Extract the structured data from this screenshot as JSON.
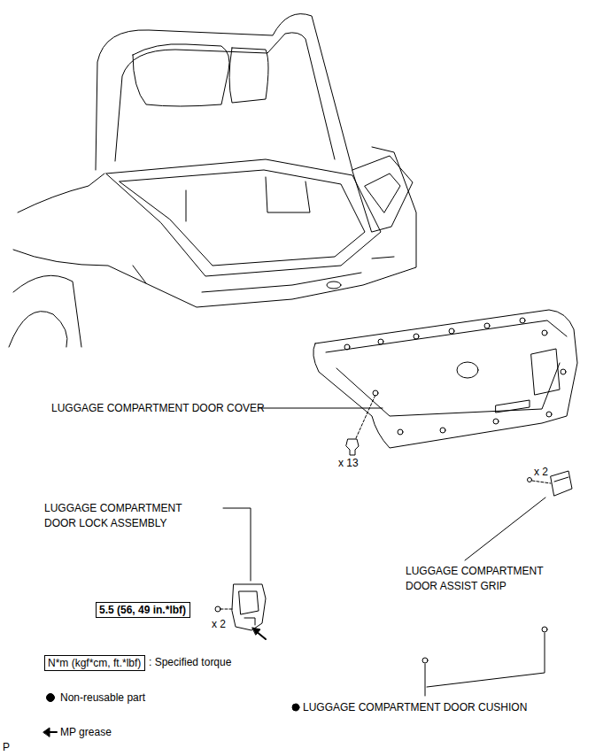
{
  "diagram": {
    "nodes": [
      {
        "text": [
          "5.5 (56, 49 in.*lbf)"
        ]
      },
      {
        "text": [
          "N*m (kgf*cm, ft.*lbf)"
        ]
      }
    ],
    "labels": [
      "LUGGAGE COMPARTMENT DOOR COVER",
      "x 13",
      "LUGGAGE COMPARTMENT DOOR LOCK ASSEMBLY",
      "x 2",
      "x 2",
      "LUGGAGE COMPARTMENT DOOR ASSIST GRIP",
      ": Specified torque",
      "LUGGAGE COMPARTMENT DOOR CUSHION",
      "P"
    ],
    "legend": [
      {
        "text": "Non-reusable part"
      },
      {
        "text": "MP grease"
      }
    ]
  }
}
